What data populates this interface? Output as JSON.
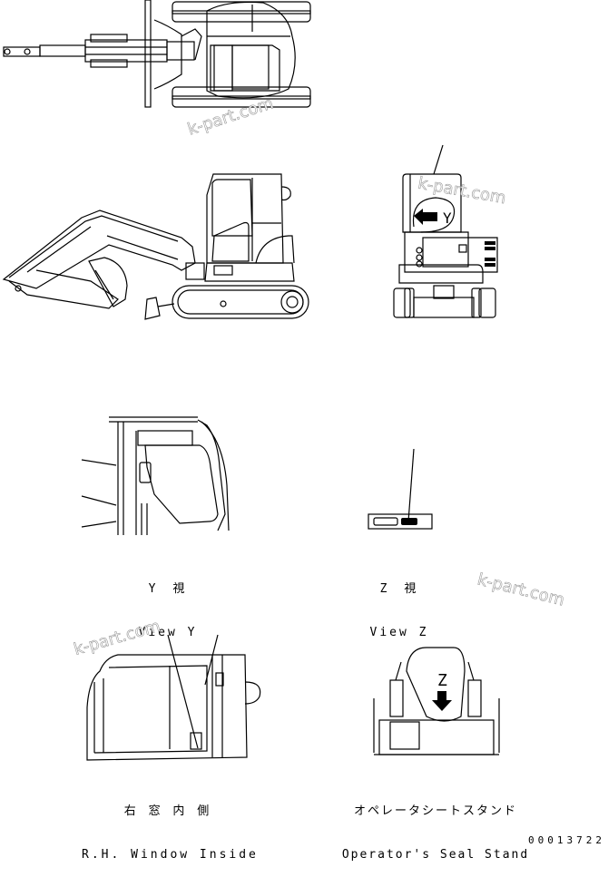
{
  "diagram": {
    "views": [
      {
        "id": "top-view",
        "label": ""
      },
      {
        "id": "side-view",
        "label": ""
      },
      {
        "id": "rear-view",
        "label": "",
        "marker_letter": "Y"
      },
      {
        "id": "view-y",
        "label_jp": "Y　視",
        "label_en": "View Y"
      },
      {
        "id": "view-z",
        "label_jp": "Z　視",
        "label_en": "View Z"
      },
      {
        "id": "rh-window-inside",
        "label_jp": "右 窓 内 側",
        "label_en": "R.H. Window Inside"
      },
      {
        "id": "operator-seat-stand",
        "label_jp": "オペレータシートスタンド",
        "label_en": "Operator's Seal Stand",
        "marker_letter": "Z"
      }
    ],
    "watermark": "k-part.com",
    "document_number": "00013722"
  }
}
